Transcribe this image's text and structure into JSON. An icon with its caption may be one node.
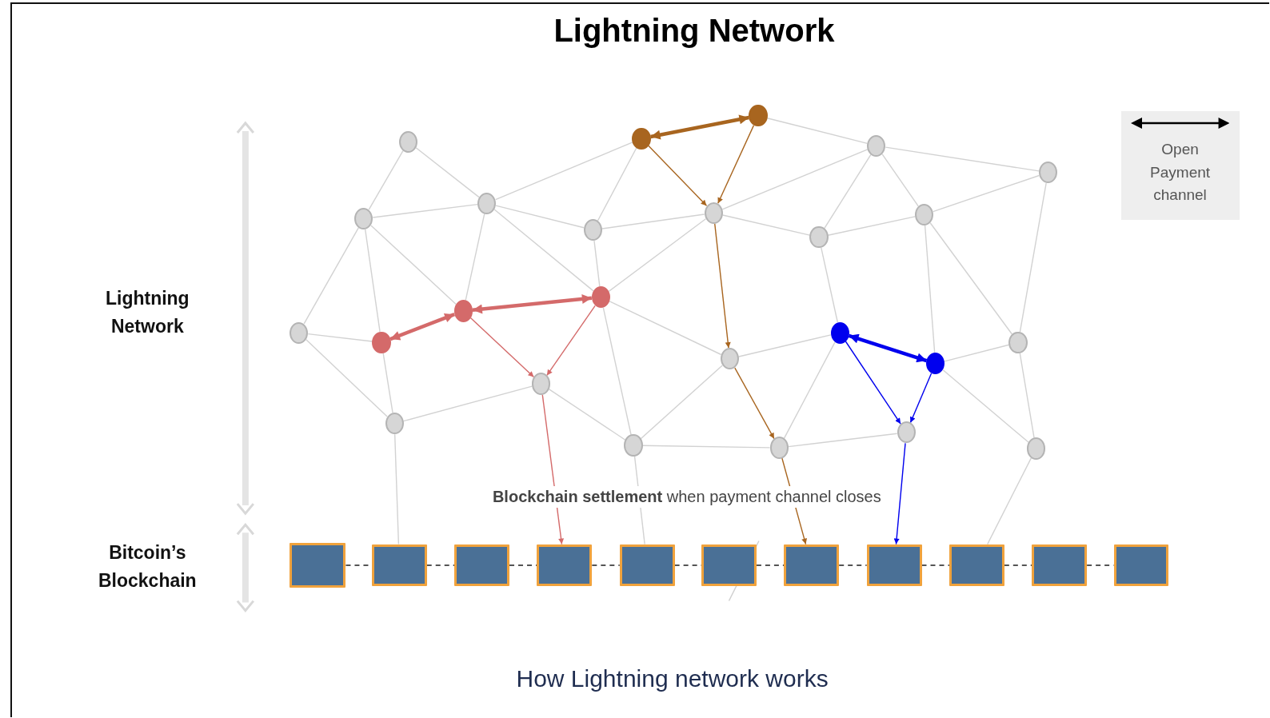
{
  "diagram": {
    "title": "Lightning Network",
    "caption": "How Lightning network works",
    "nodes": [
      {
        "text": [],
        "shape": "circle"
      },
      {
        "text": [],
        "shape": "circle"
      },
      {
        "text": [],
        "shape": "circle"
      },
      {
        "text": [],
        "shape": "circle"
      },
      {
        "text": [],
        "shape": "circle"
      },
      {
        "text": [],
        "shape": "circle"
      },
      {
        "text": [],
        "shape": "circle"
      },
      {
        "text": [],
        "shape": "circle"
      },
      {
        "text": [],
        "shape": "circle"
      },
      {
        "text": [],
        "shape": "circle"
      },
      {
        "text": [],
        "shape": "circle"
      },
      {
        "text": [],
        "shape": "circle"
      },
      {
        "text": [],
        "shape": "circle"
      },
      {
        "text": [],
        "shape": "circle"
      },
      {
        "text": [],
        "shape": "circle"
      },
      {
        "text": [],
        "shape": "circle"
      },
      {
        "text": [],
        "shape": "circle"
      },
      {
        "text": [],
        "shape": "circle"
      },
      {
        "text": [],
        "shape": "circle"
      },
      {
        "text": [],
        "shape": "circle"
      },
      {
        "text": [],
        "shape": "circle"
      },
      {
        "text": [],
        "shape": "circle"
      },
      {
        "text": [],
        "shape": "circle"
      },
      {
        "text": [],
        "shape": "circle"
      },
      {
        "text": [],
        "shape": "circle"
      },
      {
        "text": [],
        "shape": "box"
      },
      {
        "text": [],
        "shape": "box"
      },
      {
        "text": [],
        "shape": "box"
      },
      {
        "text": [],
        "shape": "box"
      },
      {
        "text": [],
        "shape": "box"
      },
      {
        "text": [],
        "shape": "box"
      },
      {
        "text": [],
        "shape": "box"
      },
      {
        "text": [],
        "shape": "box"
      },
      {
        "text": [],
        "shape": "box"
      },
      {
        "text": [],
        "shape": "box"
      },
      {
        "text": [],
        "shape": "box"
      }
    ],
    "edges": [
      {
        "from": 0,
        "to": 1,
        "arrow": "none"
      },
      {
        "from": 0,
        "to": 2,
        "arrow": "none"
      },
      {
        "from": 1,
        "to": 2,
        "arrow": "none"
      },
      {
        "from": 1,
        "to": 11,
        "arrow": "none"
      },
      {
        "from": 1,
        "to": 12,
        "arrow": "none"
      },
      {
        "from": 1,
        "to": 13,
        "arrow": "none"
      },
      {
        "from": 2,
        "to": 13,
        "arrow": "none"
      },
      {
        "from": 2,
        "to": 14,
        "arrow": "none"
      },
      {
        "from": 2,
        "to": 5,
        "arrow": "none"
      },
      {
        "from": 2,
        "to": 3,
        "arrow": "none"
      },
      {
        "from": 3,
        "to": 5,
        "arrow": "none"
      },
      {
        "from": 5,
        "to": 6,
        "arrow": "none"
      },
      {
        "from": 5,
        "to": 14,
        "arrow": "none"
      },
      {
        "from": 14,
        "to": 6,
        "arrow": "none"
      },
      {
        "from": 14,
        "to": 16,
        "arrow": "none"
      },
      {
        "from": 14,
        "to": 21,
        "arrow": "none"
      },
      {
        "from": 11,
        "to": 12,
        "arrow": "none"
      },
      {
        "from": 11,
        "to": 20,
        "arrow": "none"
      },
      {
        "from": 12,
        "to": 20,
        "arrow": "none"
      },
      {
        "from": 20,
        "to": 15,
        "arrow": "none"
      },
      {
        "from": 15,
        "to": 21,
        "arrow": "none"
      },
      {
        "from": 21,
        "to": 16,
        "arrow": "none"
      },
      {
        "from": 21,
        "to": 22,
        "arrow": "none"
      },
      {
        "from": 4,
        "to": 7,
        "arrow": "none"
      },
      {
        "from": 7,
        "to": 8,
        "arrow": "none"
      },
      {
        "from": 6,
        "to": 7,
        "arrow": "none"
      },
      {
        "from": 7,
        "to": 9,
        "arrow": "none"
      },
      {
        "from": 7,
        "to": 10,
        "arrow": "none"
      },
      {
        "from": 6,
        "to": 9,
        "arrow": "none"
      },
      {
        "from": 9,
        "to": 10,
        "arrow": "none"
      },
      {
        "from": 10,
        "to": 8,
        "arrow": "none"
      },
      {
        "from": 8,
        "to": 19,
        "arrow": "none"
      },
      {
        "from": 10,
        "to": 18,
        "arrow": "none"
      },
      {
        "from": 10,
        "to": 19,
        "arrow": "none"
      },
      {
        "from": 9,
        "to": 17,
        "arrow": "none"
      },
      {
        "from": 16,
        "to": 17,
        "arrow": "none"
      },
      {
        "from": 17,
        "to": 22,
        "arrow": "none"
      },
      {
        "from": 22,
        "to": 23,
        "arrow": "none"
      },
      {
        "from": 18,
        "to": 19,
        "arrow": "none"
      },
      {
        "from": 18,
        "to": 24,
        "arrow": "none"
      },
      {
        "from": 19,
        "to": 24,
        "arrow": "none"
      },
      {
        "from": 24,
        "to": 33,
        "arrow": "none"
      },
      {
        "from": 20,
        "to": 26,
        "arrow": "none"
      },
      {
        "from": 21,
        "to": 29,
        "arrow": "none"
      },
      {
        "from": 3,
        "to": 4,
        "arrow": "both",
        "style": "thick",
        "color": "#a8651f"
      },
      {
        "from": 3,
        "to": 6,
        "arrow": "to",
        "color": "#a8651f"
      },
      {
        "from": 4,
        "to": 6,
        "arrow": "to",
        "color": "#a8651f"
      },
      {
        "from": 6,
        "to": 16,
        "arrow": "to",
        "color": "#a8651f"
      },
      {
        "from": 16,
        "to": 22,
        "arrow": "to",
        "color": "#a8651f"
      },
      {
        "from": 22,
        "to": 31,
        "arrow": "to",
        "color": "#a8651f"
      },
      {
        "from": 12,
        "to": 13,
        "arrow": "both",
        "style": "thick",
        "color": "#d46a6a"
      },
      {
        "from": 13,
        "to": 14,
        "arrow": "both",
        "style": "thick",
        "color": "#d46a6a"
      },
      {
        "from": 13,
        "to": 15,
        "arrow": "to",
        "color": "#d46a6a"
      },
      {
        "from": 14,
        "to": 15,
        "arrow": "to",
        "color": "#d46a6a"
      },
      {
        "from": 15,
        "to": 28,
        "arrow": "to",
        "color": "#d46a6a"
      },
      {
        "from": 17,
        "to": 18,
        "arrow": "both",
        "style": "thick",
        "color": "#0000ee"
      },
      {
        "from": 17,
        "to": 23,
        "arrow": "to",
        "color": "#0000ee"
      },
      {
        "from": 18,
        "to": 23,
        "arrow": "to",
        "color": "#0000ee"
      },
      {
        "from": 23,
        "to": 32,
        "arrow": "to",
        "color": "#0000ee"
      },
      {
        "from": 25,
        "to": 26,
        "arrow": "none",
        "style": "dashed",
        "color": "#555555"
      },
      {
        "from": 26,
        "to": 27,
        "arrow": "none",
        "style": "dashed",
        "color": "#555555"
      },
      {
        "from": 27,
        "to": 28,
        "arrow": "none",
        "style": "dashed",
        "color": "#555555"
      },
      {
        "from": 28,
        "to": 29,
        "arrow": "none",
        "style": "dashed",
        "color": "#555555"
      },
      {
        "from": 29,
        "to": 30,
        "arrow": "none",
        "style": "dashed",
        "color": "#555555"
      },
      {
        "from": 30,
        "to": 31,
        "arrow": "none",
        "style": "dashed",
        "color": "#555555"
      },
      {
        "from": 31,
        "to": 32,
        "arrow": "none",
        "style": "dashed",
        "color": "#555555"
      },
      {
        "from": 32,
        "to": 33,
        "arrow": "none",
        "style": "dashed",
        "color": "#555555"
      },
      {
        "from": 33,
        "to": 34,
        "arrow": "none",
        "style": "dashed",
        "color": "#555555"
      },
      {
        "from": 34,
        "to": 35,
        "arrow": "none",
        "style": "dashed",
        "color": "#555555"
      }
    ],
    "labels": [
      "Lightning Network",
      "Bitcoin’s Blockchain",
      "**Blockchain settlement** when payment channel closes"
    ],
    "legend": [
      {
        "text": "Open Payment channel"
      }
    ]
  }
}
